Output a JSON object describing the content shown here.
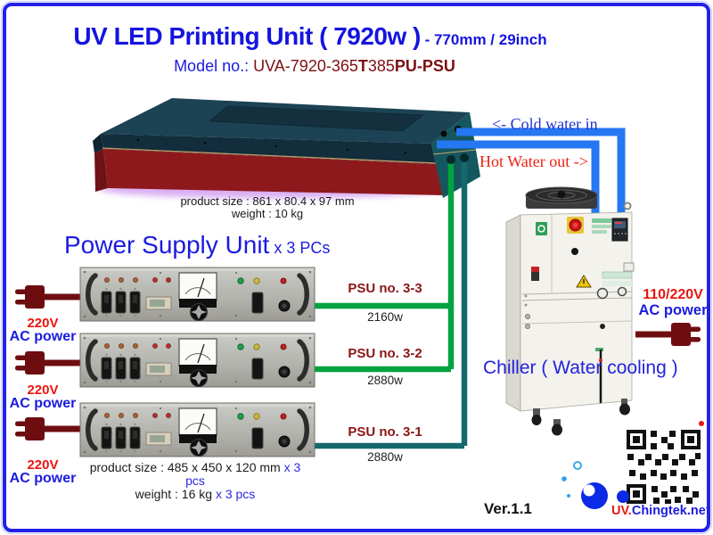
{
  "header": {
    "title_main": "UV LED Printing Unit ( 7920w )",
    "title_suffix": " - 770mm / 29inch",
    "model_label": "Model no.: ",
    "model_p1": "UVA-7920-365",
    "model_p2": "T",
    "model_p3": "385",
    "model_p4": "PU-PSU"
  },
  "led_unit": {
    "size_line": "product size : 861 x 80.4 x 97 mm",
    "weight_line": "weight : 10 kg",
    "cold_water_label": "<- Cold water in",
    "hot_water_label": "Hot Water out ->"
  },
  "psu_section": {
    "title": "Power Supply Unit",
    "title_suffix": " x 3 PCs",
    "units": [
      {
        "name": "PSU no. 3-3",
        "watt": "2160w",
        "voltage": "220V",
        "power_label": "AC power"
      },
      {
        "name": "PSU no. 3-2",
        "watt": "2880w",
        "voltage": "220V",
        "power_label": "AC power"
      },
      {
        "name": "PSU no. 3-1",
        "watt": "2880w",
        "voltage": "220V",
        "power_label": "AC power"
      }
    ],
    "size_line": "product size : 485 x 450 x 120 mm",
    "size_suffix": " x 3 pcs",
    "weight_line": "weight : 16 kg",
    "weight_suffix": " x 3 pcs"
  },
  "chiller": {
    "label": "Chiller ( Water cooling )",
    "voltage": "110/220V",
    "power_label": "AC power"
  },
  "footer": {
    "version": "Ver.1.1",
    "site_prefix": "UV.",
    "site_domain": "Chingtek.net"
  },
  "colors": {
    "accent_blue": "#1b1be0",
    "maroon": "#7d1013",
    "red": "#ee1410",
    "wire_green": "#00a33e",
    "wire_teal": "#15696e",
    "pipe_blue": "#2577f2",
    "plug_dark_red": "#6e0d10"
  }
}
